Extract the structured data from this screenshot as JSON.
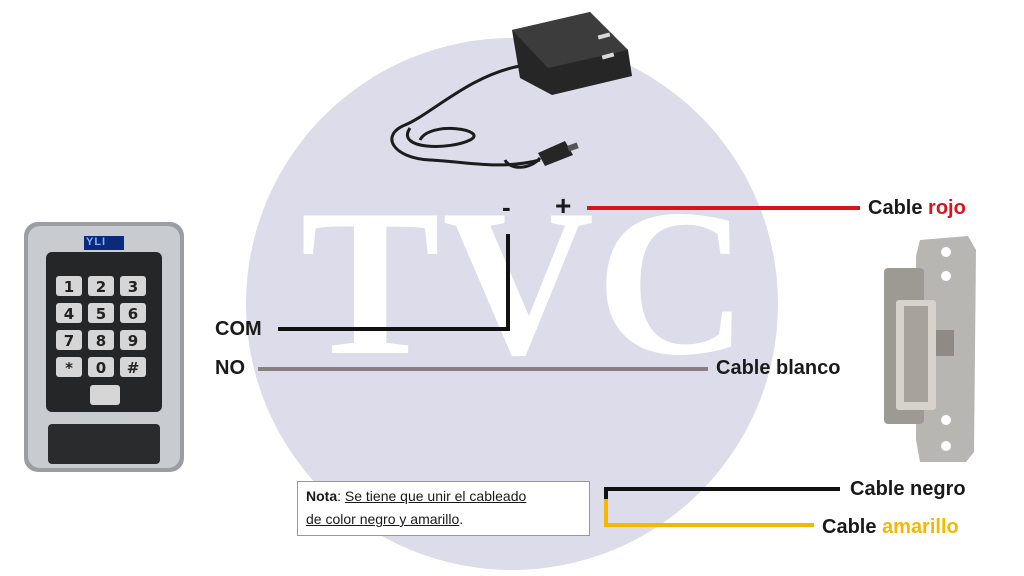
{
  "watermark": {
    "text": "TVC"
  },
  "keypad": {
    "brand": "YLI",
    "keys": [
      "1",
      "2",
      "3",
      "4",
      "5",
      "6",
      "7",
      "8",
      "9",
      "*",
      "0",
      "#"
    ]
  },
  "power": {
    "minus": "-",
    "plus": "+"
  },
  "labels": {
    "com": "COM",
    "no": "NO",
    "cable_blanco": "Cable blanco",
    "cable_rojo_prefix": "Cable ",
    "cable_rojo_color": "rojo",
    "cable_negro": "Cable negro",
    "cable_amarillo_prefix": "Cable ",
    "cable_amarillo_color": "amarillo"
  },
  "note": {
    "title": "Nota",
    "sep": ": ",
    "line1": "Se tiene que unir el cableado",
    "line2": "de color negro y amarillo",
    "end": "."
  },
  "colors": {
    "red": "#d9141c",
    "black": "#111111",
    "gray": "#8a7f80",
    "yellow": "#f5b800",
    "note_border": "#6fa0d6"
  }
}
